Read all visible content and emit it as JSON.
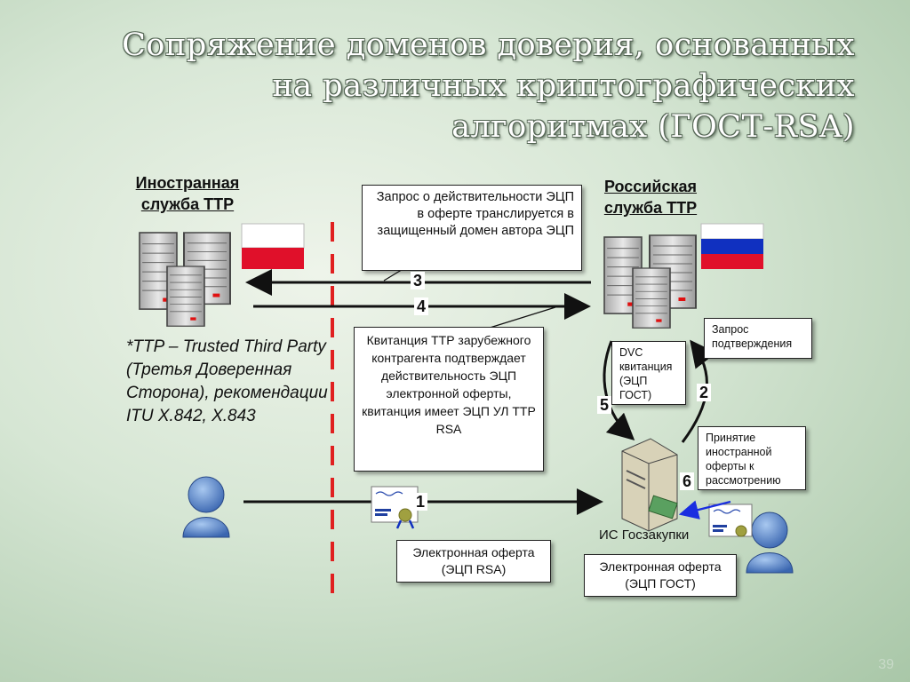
{
  "title": "Сопряжение доменов доверия, основанных на различных криптографических алгоритмах (ГОСТ-RSA)",
  "foreign_ttp": {
    "line1": "Иностранная",
    "line2": "служба ТТР"
  },
  "russian_ttp": {
    "line1": "Российская",
    "line2": "служба ТТР"
  },
  "ttp_note": "*TTP – Trusted Third Party (Третья Доверенная Сторона), рекомендации ITU X.842, X.843",
  "request_box": "Запрос о действительности ЭЦП в оферте транслируется в защищенный домен автора ЭЦП",
  "receipt_box": "Квитанция ТТР зарубежного контрагента подтверждает действительность ЭЦП электронной оферты, квитанция имеет ЭЦП УЛ ТТР RSA",
  "dvc_box": "DVC квитанция (ЭЦП ГОСТ)",
  "confirm_request_box": "Запрос подтверждения",
  "accept_box": "Принятие иностранной оферты к рассмотрению",
  "offer_rsa": {
    "line1": "Электронная оферта",
    "line2": "(ЭЦП RSA)"
  },
  "offer_gost": {
    "line1": "Электронная оферта",
    "line2": "(ЭЦП ГОСТ)"
  },
  "gov_system_label": "ИС Госзакупки",
  "steps": {
    "s1": "1",
    "s2": "2",
    "s3": "3",
    "s4": "4",
    "s5": "5",
    "s6": "6"
  },
  "page_number": "39",
  "colors": {
    "divider": "#e02020",
    "flag_red": "#e0102a",
    "flag_blue": "#1030c0",
    "arrow": "#111111",
    "blue_arrow": "#1a2ee0"
  },
  "icons": [
    "server-cluster-icon",
    "flag-poland-icon",
    "flag-russia-icon",
    "user-icon",
    "certificate-icon",
    "server-icon"
  ]
}
